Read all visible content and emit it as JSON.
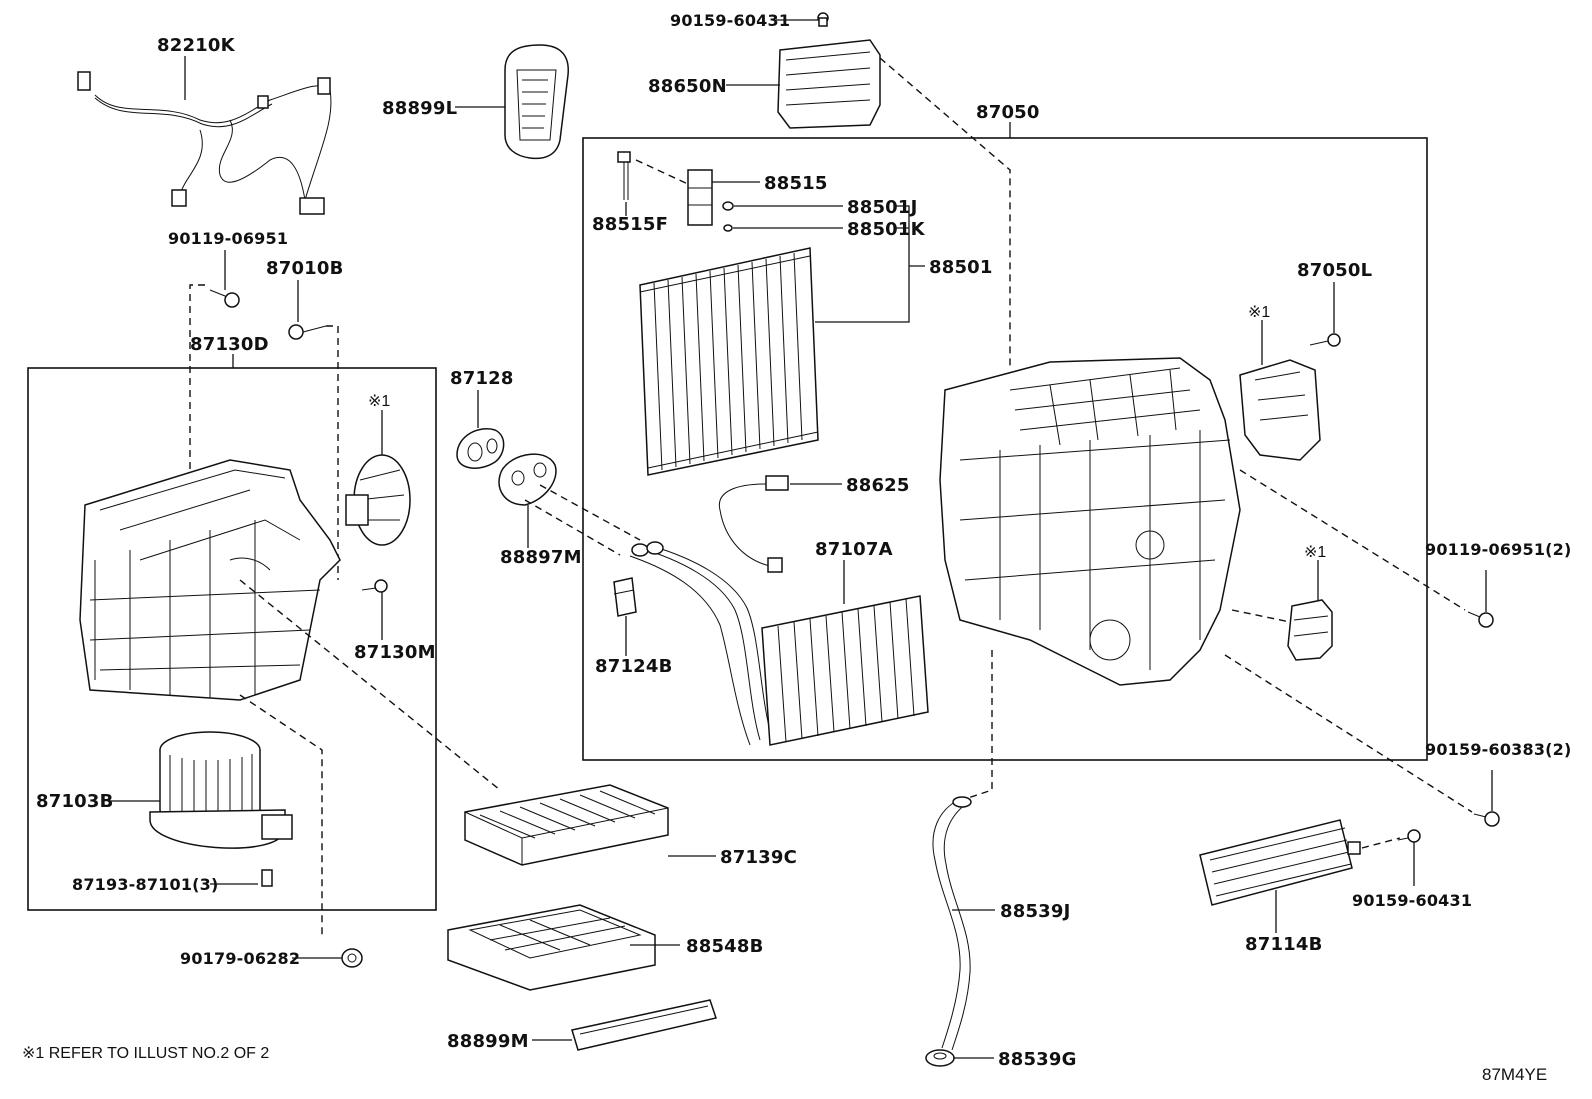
{
  "labels": {
    "l82210K": "82210K",
    "l88899L": "88899L",
    "l90159_60431_top": "90159-60431",
    "l88650N": "88650N",
    "l87050": "87050",
    "l90119_06951": "90119-06951",
    "l87010B": "87010B",
    "l87130D": "87130D",
    "l87128": "87128",
    "l88515": "88515",
    "l88515F": "88515F",
    "l88501J": "88501J",
    "l88501K": "88501K",
    "l88501": "88501",
    "l87050L": "87050L",
    "l88625": "88625",
    "l88897M": "88897M",
    "l87107A": "87107A",
    "l87130M": "87130M",
    "l87124B": "87124B",
    "l90119_06951_2": "90119-06951(2)",
    "l87103B": "87103B",
    "l87139C": "87139C",
    "l90159_60383_2": "90159-60383(2)",
    "l87193_87101_3": "87193-87101(3)",
    "l88548B": "88548B",
    "l88539J": "88539J",
    "l90159_60431_bot": "90159-60431",
    "l87114B": "87114B",
    "l90179_06282": "90179-06282",
    "l88899M": "88899M",
    "l88539G": "88539G",
    "ref1": "※1",
    "ref2": "※1",
    "ref3": "※1"
  },
  "footnote": "※1 REFER TO ILLUST NO.2 OF 2",
  "illustration_code": "87M4YE"
}
